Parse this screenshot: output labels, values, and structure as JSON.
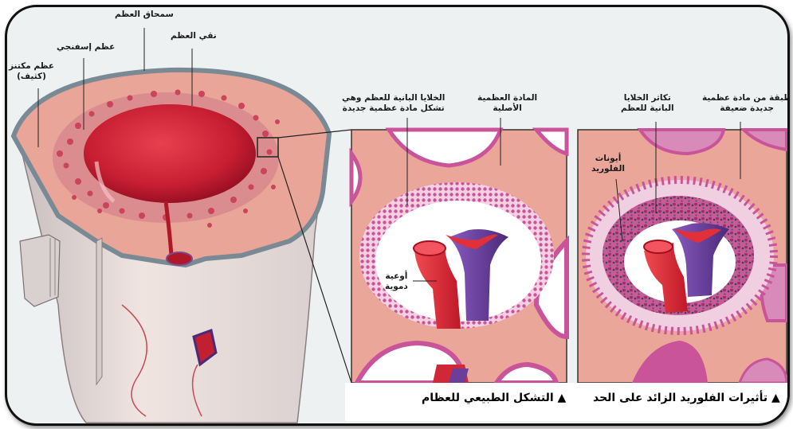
{
  "labels": {
    "periosteum": "سمحاق العظم",
    "marrow": "نقي العظم",
    "spongy": "عظم إسفنجي",
    "compact_line1": "عظم مكتنز",
    "compact_line2": "(كثيف)",
    "bone_cells_line1": "الخلايا البانية للعظم وهي",
    "bone_cells_line2": "تشكل مادة عظمية جديدة",
    "original_matrix_line1": "المادة العظمية",
    "original_matrix_line2": "الأصلية",
    "blood_vessels_line1": "أوعية",
    "blood_vessels_line2": "دموية",
    "proliferation_line1": "تكاثر الخلايا",
    "proliferation_line2": "البانية للعظم",
    "weak_layer_line1": "طبقة من مادة عظمية",
    "weak_layer_line2": "جديدة ضعيفة",
    "fluoride_ions_line1": "أيونات",
    "fluoride_ions_line2": "الفلوريد"
  },
  "captions": {
    "normal": "التشكل الطبيعي للعظام",
    "excess": "تأثيرات الفلوريد الزائد على الحد",
    "marker": "▲"
  },
  "colors": {
    "bone_tissue": "#e9a597",
    "marrow": "#d4283a",
    "artery": "#e0303a",
    "vein": "#6a3e9a",
    "osteoblast": "#c0508a",
    "fluoride": "#3a5a5a"
  }
}
